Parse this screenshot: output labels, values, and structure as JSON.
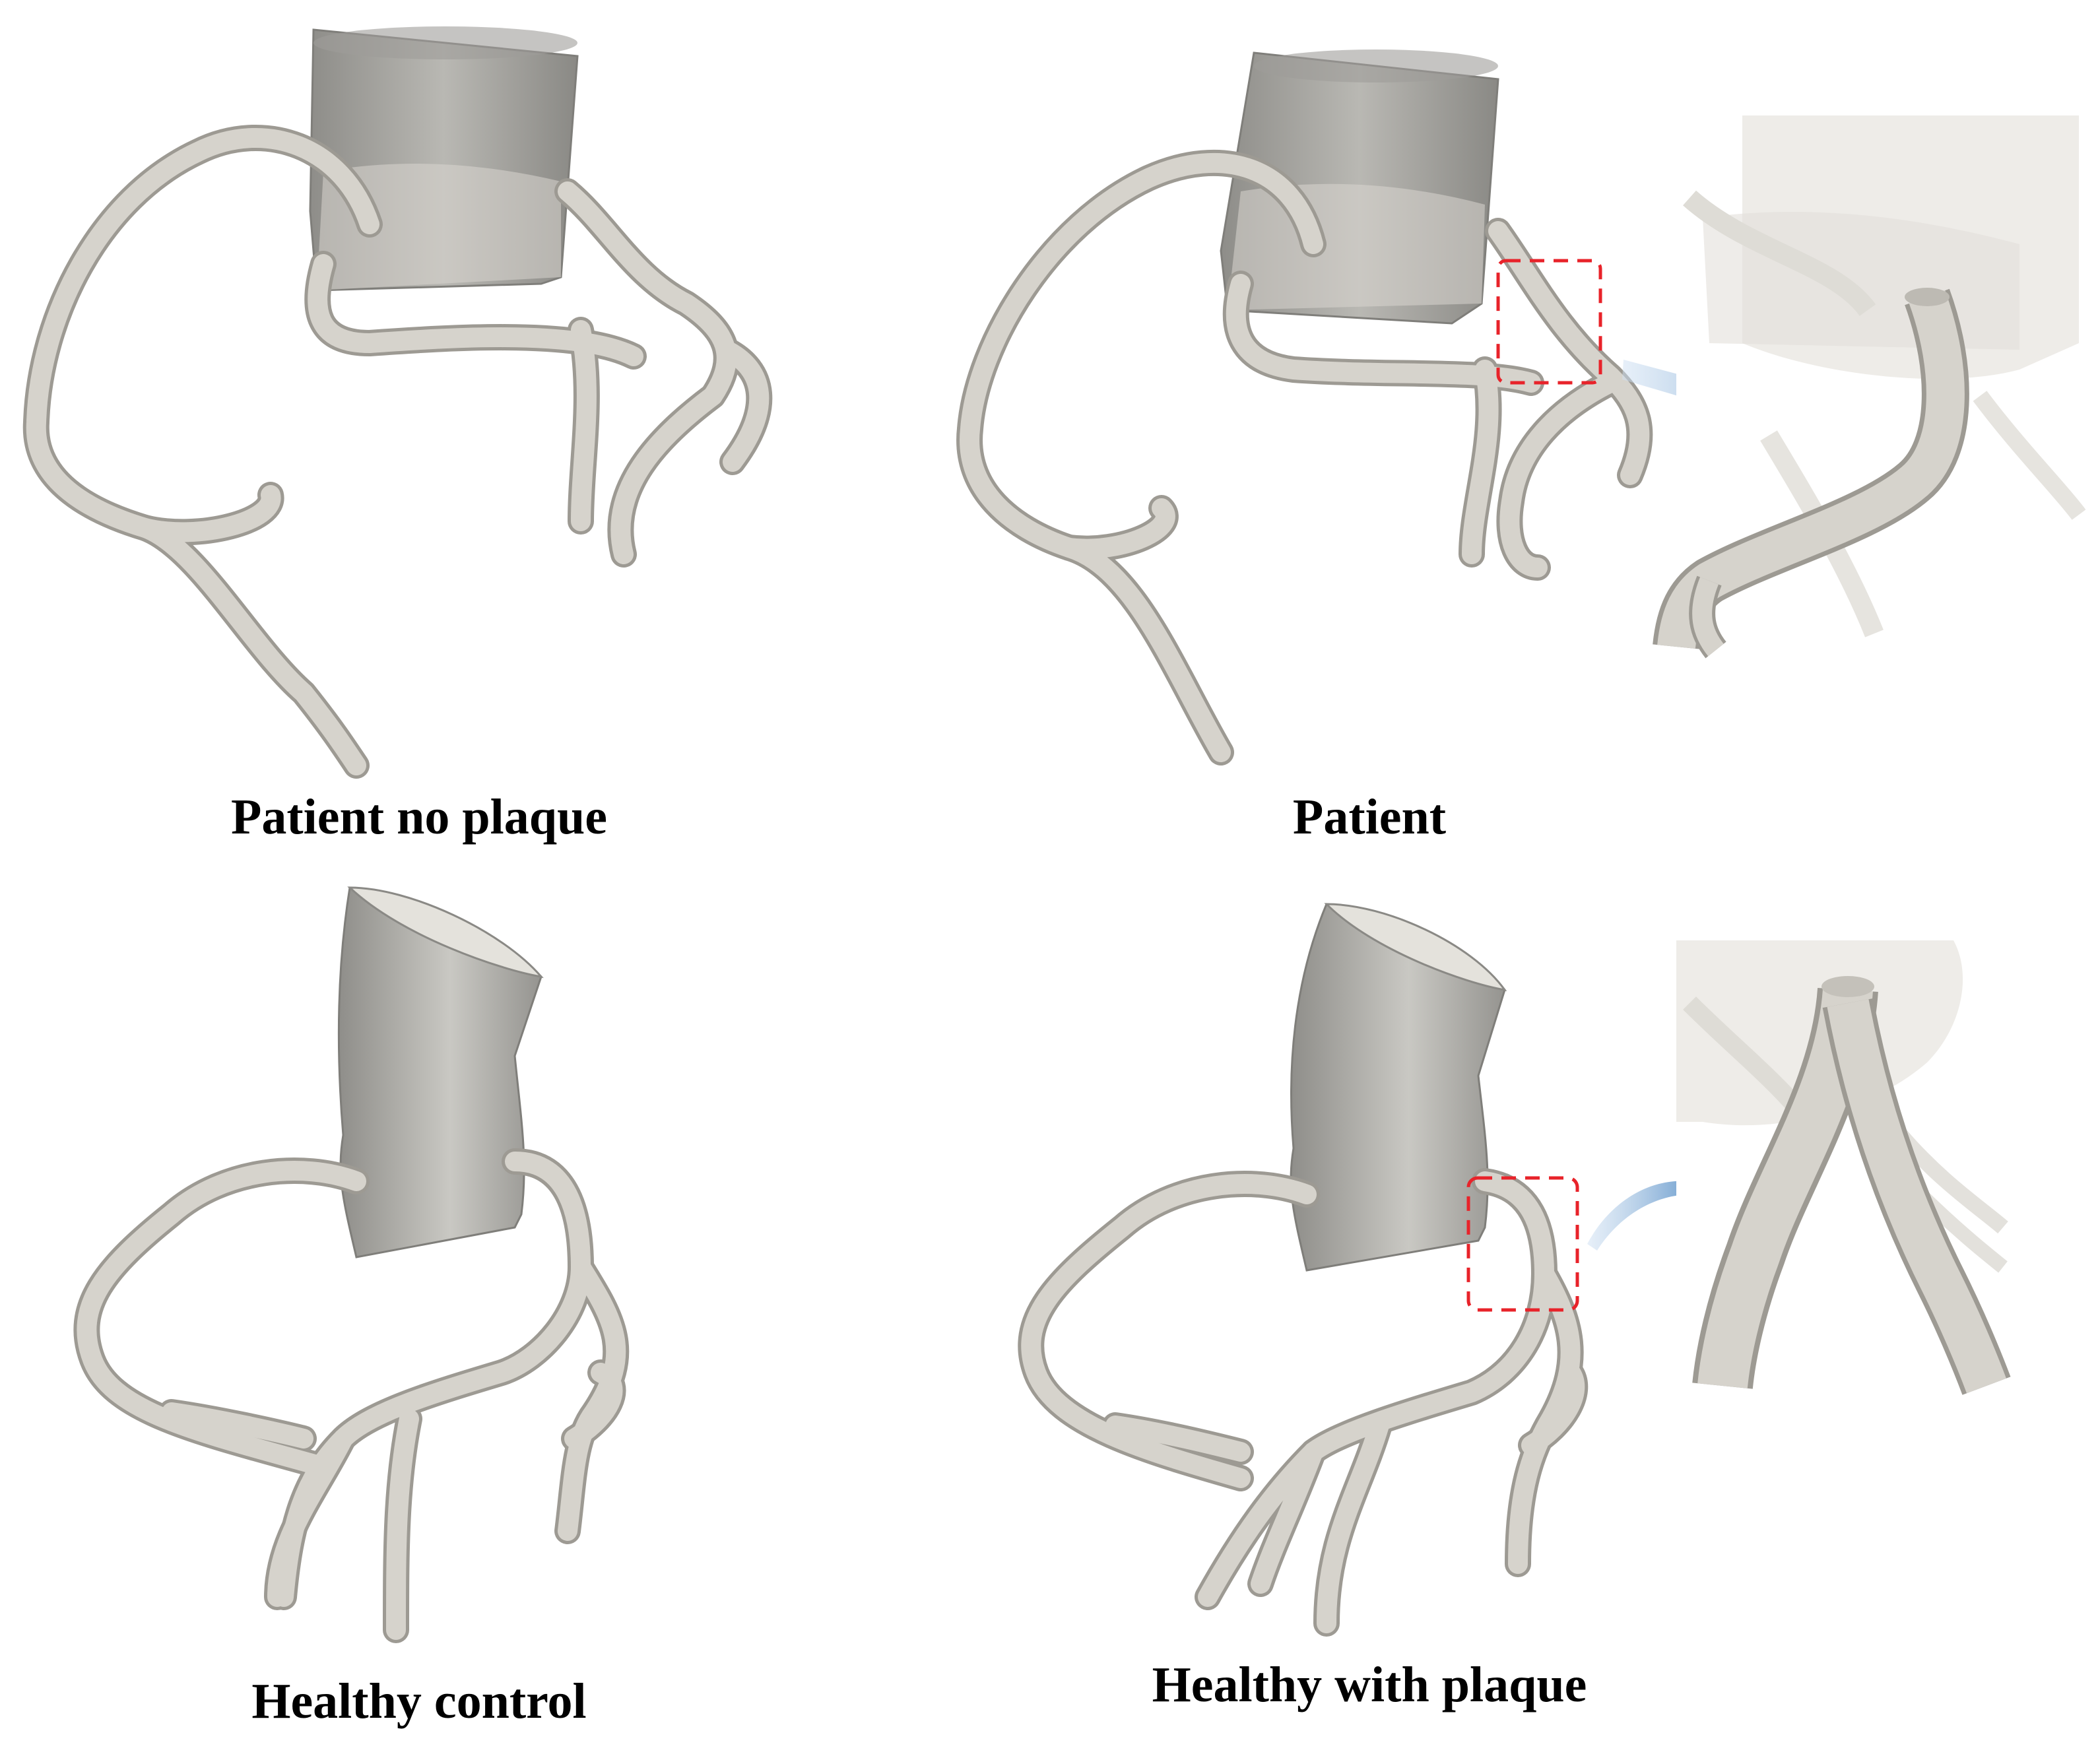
{
  "captions": {
    "patient_no_plaque": "Patient no plaque",
    "patient": "Patient",
    "healthy_control": "Healthy control",
    "healthy_with_plaque": "Healthy with plaque"
  },
  "colors": {
    "vessel": "#d6d3cc",
    "vessel_edge": "#9d9a93",
    "aorta": "#a9a8a4",
    "highlight_box": "#e8232a",
    "arrow": "#3f86c8",
    "zoom_background": "#eceae6"
  },
  "icons": {
    "highlight": "dashed-red-box",
    "pointer": "blue-arrow"
  }
}
